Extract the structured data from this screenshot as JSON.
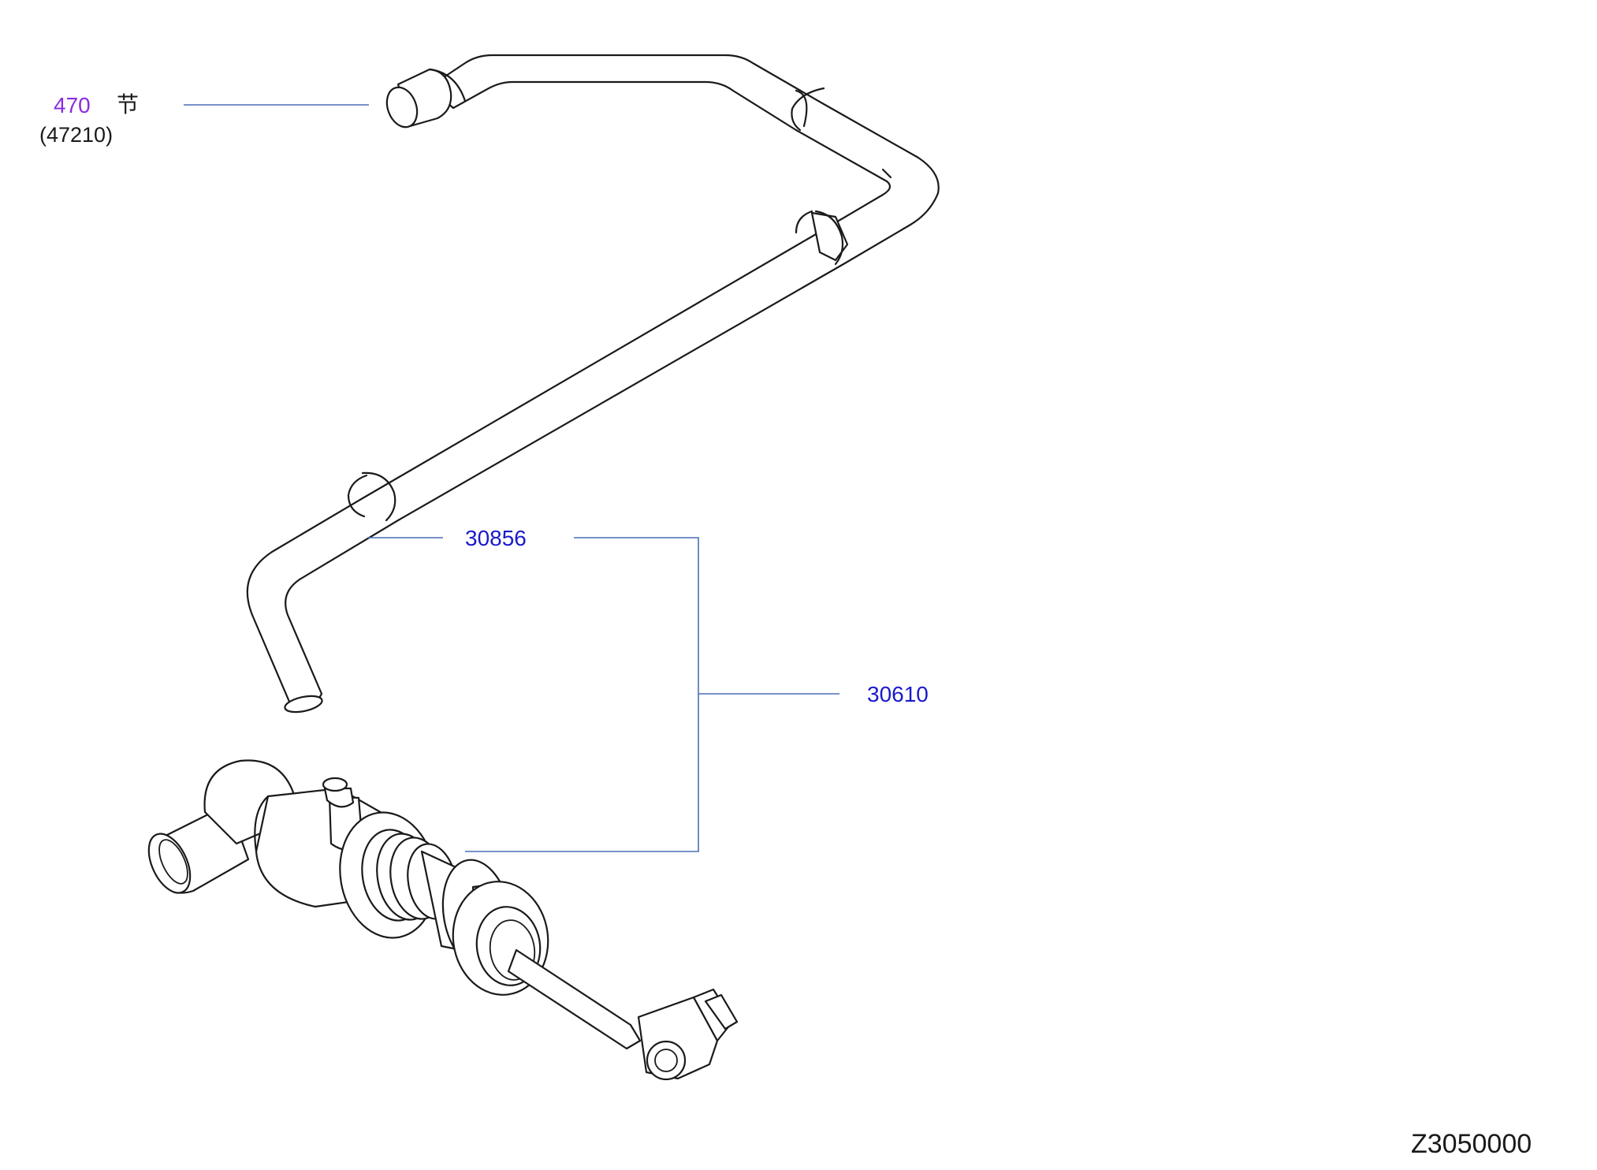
{
  "callouts": {
    "part_470": {
      "number": "470",
      "glyph": "节",
      "ref": "(47210)"
    },
    "part_30856": {
      "number": "30856"
    },
    "part_30610": {
      "number": "30610"
    }
  },
  "figure_code": "Z3050000",
  "colors": {
    "ref_label": "#8a2be2",
    "part_label": "#1a1acc",
    "leader": "#4a6fb8",
    "ink": "#1a1a1a"
  },
  "icons": {
    "hose": "clutch-hose-drawing",
    "cylinder": "clutch-master-cylinder-drawing"
  }
}
